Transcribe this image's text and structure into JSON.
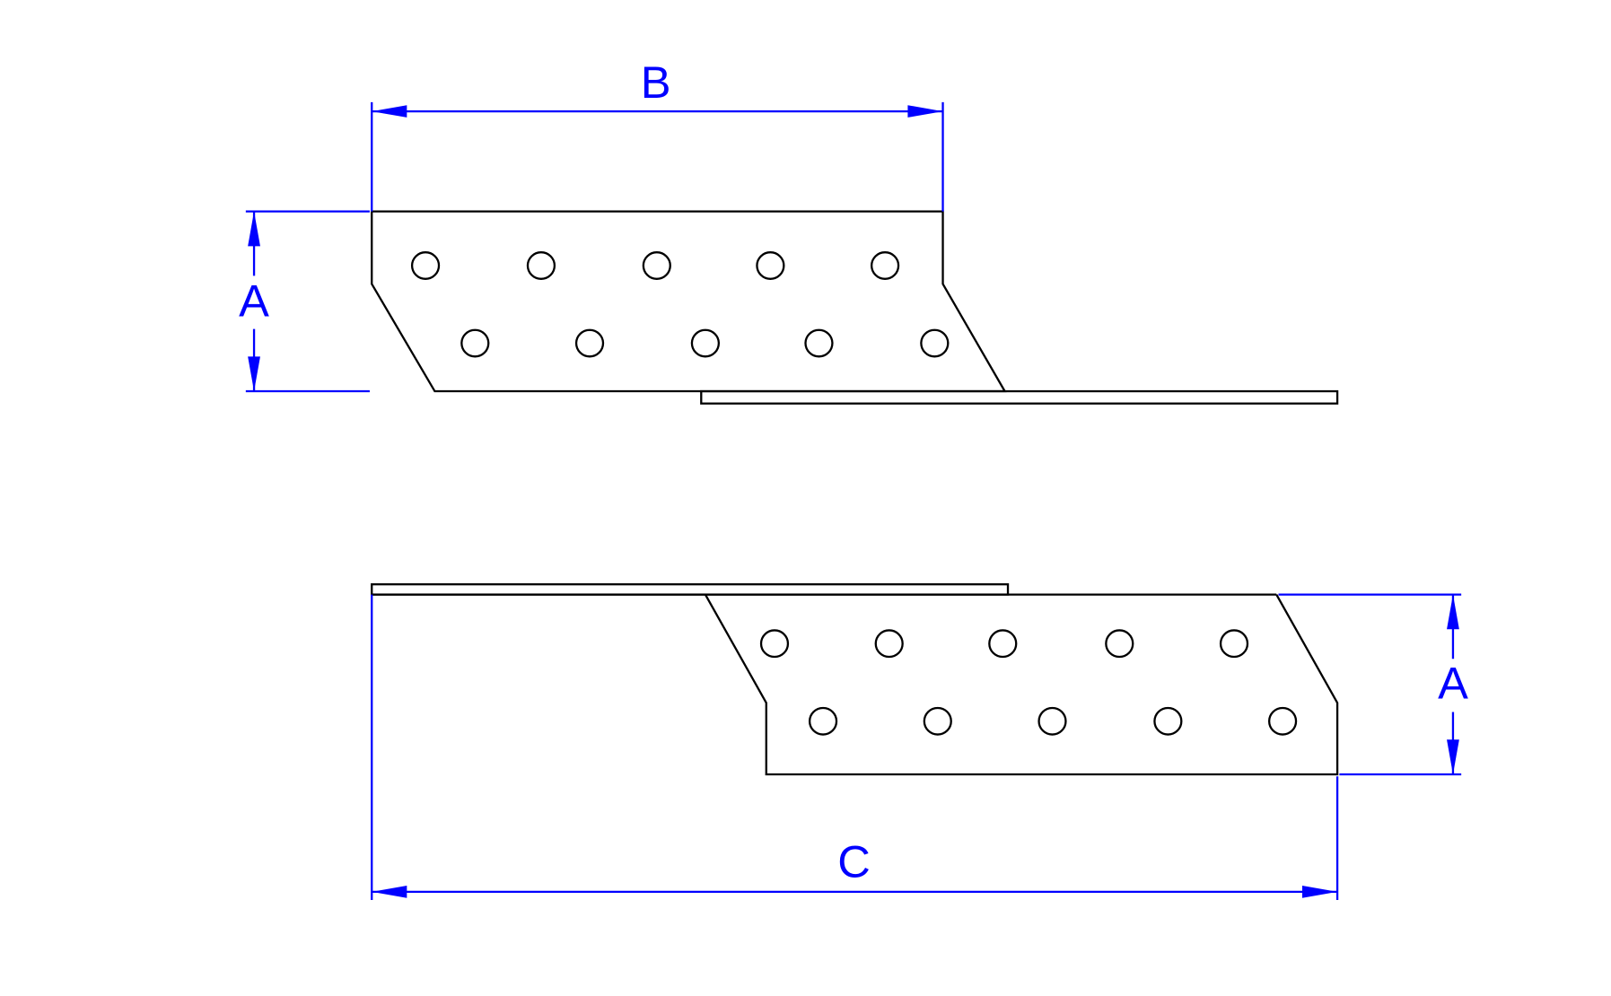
{
  "colors": {
    "outline": "#000000",
    "dimension": "#0000ff"
  },
  "dimensions": {
    "top_width_label": "B",
    "top_height_label": "A",
    "bottom_height_label": "A",
    "overall_length_label": "C"
  },
  "holes_per_row": 5,
  "rows_per_part": 2
}
